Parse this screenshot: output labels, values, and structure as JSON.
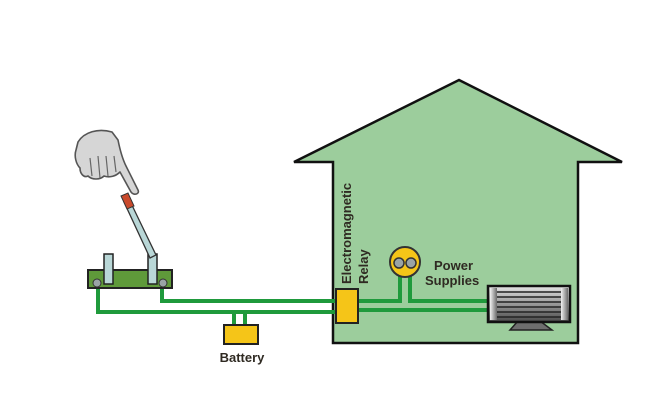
{
  "diagram": {
    "title": "Electromagnetic relay circuit in a house",
    "labels": {
      "relay": [
        "Electromagnetic",
        "Relay"
      ],
      "power_supplies": [
        "Power",
        "Supplies"
      ],
      "battery": "Battery"
    },
    "components": [
      {
        "id": "hand",
        "description": "pointing hand pushing switch lever"
      },
      {
        "id": "lever-switch",
        "description": "lever switch on green base"
      },
      {
        "id": "battery",
        "description": "yellow battery"
      },
      {
        "id": "relay",
        "description": "electromagnetic relay (yellow box)"
      },
      {
        "id": "power-socket",
        "description": "power supply socket"
      },
      {
        "id": "appliance",
        "description": "heater/monitor appliance"
      },
      {
        "id": "house",
        "description": "green house outline"
      }
    ],
    "colors": {
      "house_fill": "#9ccd9c",
      "wire": "#1f9a3c",
      "component_yellow": "#f5c518",
      "switch_base": "#5f9a3a",
      "lever": "#b9d7d7",
      "lever_tip": "#c94a2c",
      "outline": "#111111"
    }
  }
}
